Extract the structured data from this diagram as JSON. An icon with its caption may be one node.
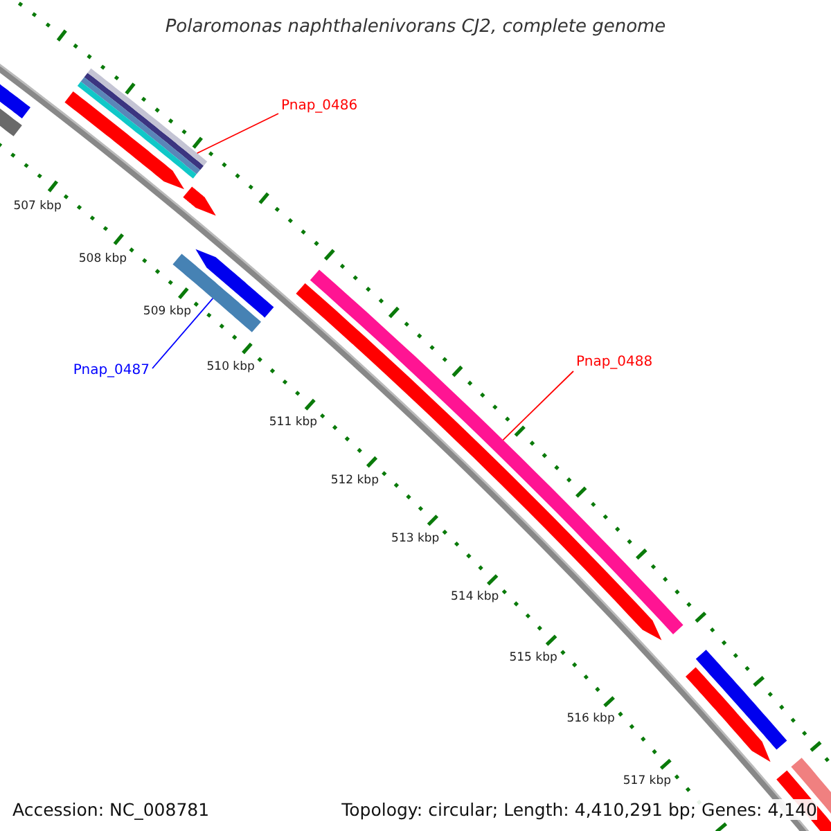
{
  "diagram": {
    "title": "Polaromonas naphthalenivorans CJ2, complete genome",
    "nodes": [
      {
        "text": [
          "Pnap_0486"
        ]
      },
      {
        "text": [],
        "shape": "bar"
      },
      {
        "text": [
          "Pnap_0488"
        ]
      },
      {
        "text": [],
        "shape": "bar"
      },
      {
        "text": [
          "Pnap_0487"
        ]
      },
      {
        "text": [],
        "shape": "bar"
      }
    ],
    "edges": [
      {
        "from": 0,
        "to": 1,
        "arrow": "none"
      },
      {
        "from": 2,
        "to": 3,
        "arrow": "none"
      },
      {
        "from": 4,
        "to": 5,
        "arrow": "none",
        "color": "#0000ff"
      }
    ],
    "labels": [
      "507 kbp",
      "508 kbp",
      "509 kbp",
      "510 kbp",
      "511 kbp",
      "512 kbp",
      "513 kbp",
      "514 kbp",
      "515 kbp",
      "516 kbp",
      "517 kbp",
      "Accession: NC_008781",
      "Topology: circular; Length: 4,410,291 bp; Genes: 4,140"
    ]
  }
}
